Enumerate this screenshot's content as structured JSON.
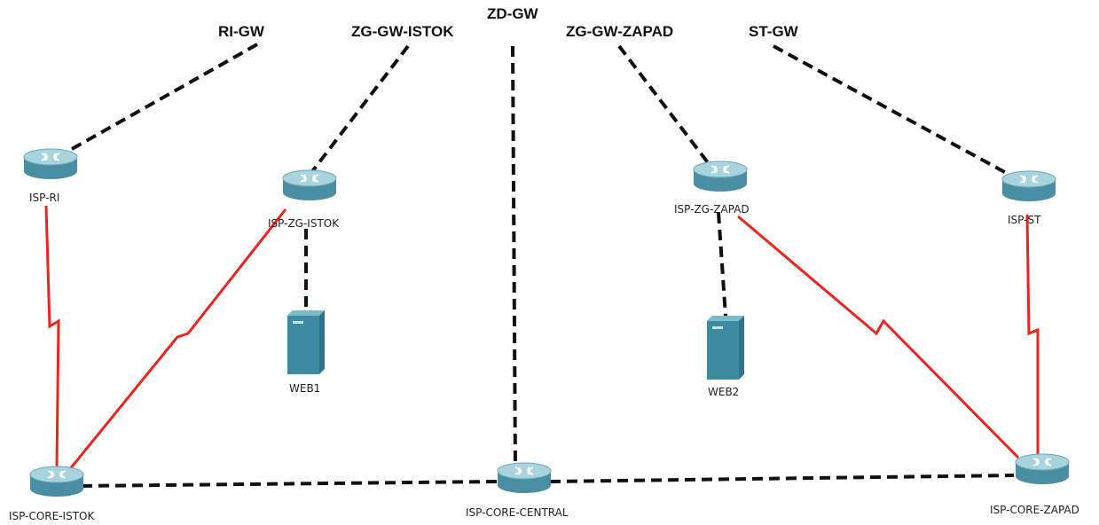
{
  "colors": {
    "ethernet_link": "#111111",
    "serial_link": "#e8251f",
    "router_body": "#4a8ea3",
    "router_top": "#a9d4de",
    "server_body": "#3c8ba0"
  },
  "gateways": {
    "ri": "RI-GW",
    "zg_istok": "ZG-GW-ISTOK",
    "zd": "ZD-GW",
    "zg_zapad": "ZG-GW-ZAPAD",
    "st": "ST-GW"
  },
  "devices": {
    "isp_ri": {
      "label": "ISP-RI",
      "icon": "router-icon"
    },
    "isp_zg_istok": {
      "label": "ISP-ZG-ISTOK",
      "icon": "router-icon"
    },
    "isp_zg_zapad": {
      "label": "ISP-ZG-ZAPAD",
      "icon": "router-icon"
    },
    "isp_st": {
      "label": "ISP-ST",
      "icon": "router-icon"
    },
    "web1": {
      "label": "WEB1",
      "icon": "server-icon"
    },
    "web2": {
      "label": "WEB2",
      "icon": "server-icon"
    },
    "core_istok": {
      "label": "ISP-CORE-ISTOK",
      "icon": "router-icon"
    },
    "core_central": {
      "label": "ISP-CORE-CENTRAL",
      "icon": "router-icon"
    },
    "core_zapad": {
      "label": "ISP-CORE-ZAPAD",
      "icon": "router-icon"
    }
  }
}
